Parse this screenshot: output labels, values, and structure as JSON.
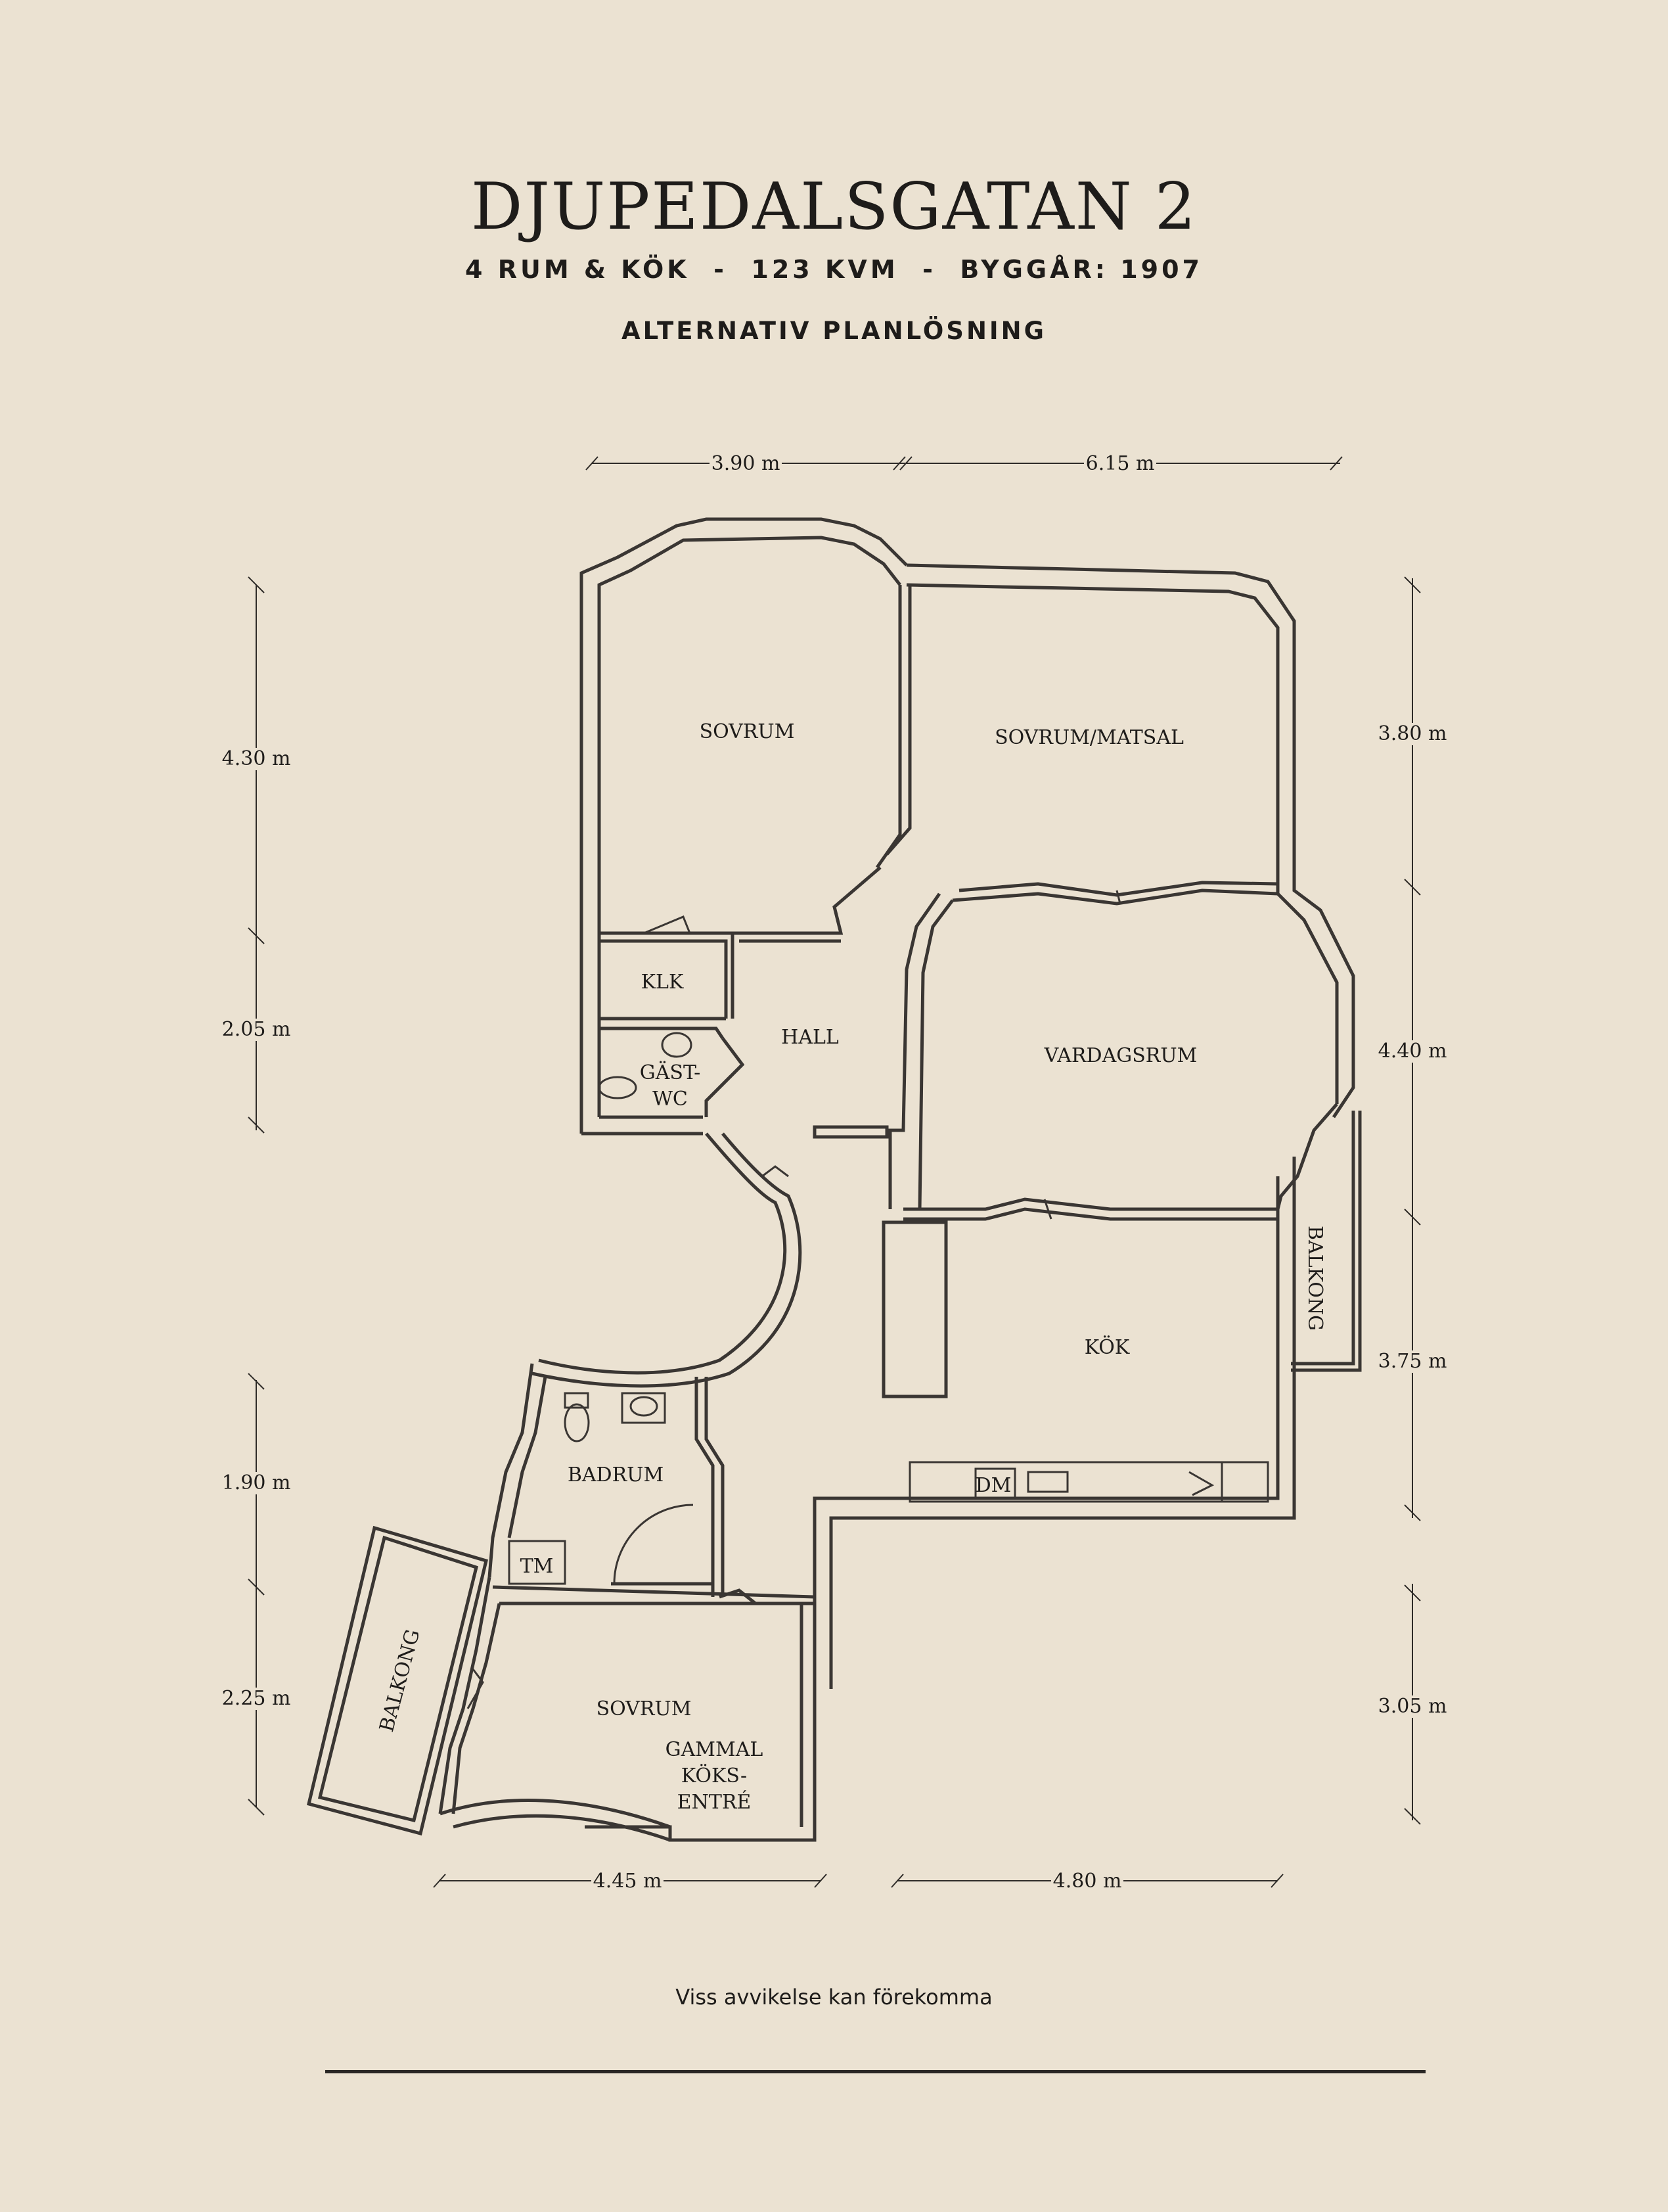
{
  "header": {
    "title": "DJUPEDALSGATAN 2",
    "subtitle": "4 RUM & KÖK  -  123 KVM  -  BYGGÅR: 1907",
    "plan_type": "ALTERNATIV PLANLÖSNING"
  },
  "rooms": {
    "sovrum_1": "SOVRUM",
    "sovrum_matsal": "SOVRUM/MATSAL",
    "klk": "KLK",
    "hall": "HALL",
    "gast_1": "GÄST-",
    "gast_2": "WC",
    "vardagsrum": "VARDAGSRUM",
    "kok": "KÖK",
    "balkong_right": "BALKONG",
    "badrum": "BADRUM",
    "tm": "TM",
    "dm": "DM",
    "balkong_left": "BALKONG",
    "sovrum_2": "SOVRUM",
    "gammal_1": "GAMMAL",
    "gammal_2": "KÖKS-",
    "gammal_3": "ENTRÉ"
  },
  "dimensions": {
    "top_left": "3.90 m",
    "top_right": "6.15 m",
    "left_1": "4.30 m",
    "left_2": "2.05 m",
    "left_3": "1.90 m",
    "left_4": "2.25 m",
    "right_1": "3.80 m",
    "right_2": "4.40 m",
    "right_3": "3.75 m",
    "right_4": "3.05 m",
    "bottom_left": "4.45 m",
    "bottom_right": "4.80 m"
  },
  "footer": {
    "note": "Viss avvikelse kan förekomma"
  }
}
